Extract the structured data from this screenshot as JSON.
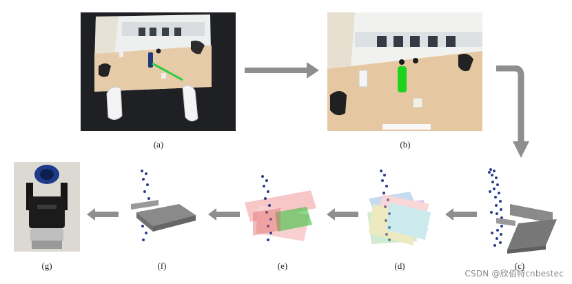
{
  "labels": {
    "a": "(a)",
    "b": "(b)",
    "c": "(c)",
    "d": "(d)",
    "e": "(e)",
    "f": "(f)",
    "g": "(g)"
  },
  "watermark": "CSDN @欣佰特cnbestec",
  "colors": {
    "arrow": "#8e8e8e",
    "bottle_green": "#1ed31e",
    "beam_green": "#2ecc40",
    "point_blue": "#2a3e8c",
    "gripper_gray": "#7c7c7c"
  }
}
